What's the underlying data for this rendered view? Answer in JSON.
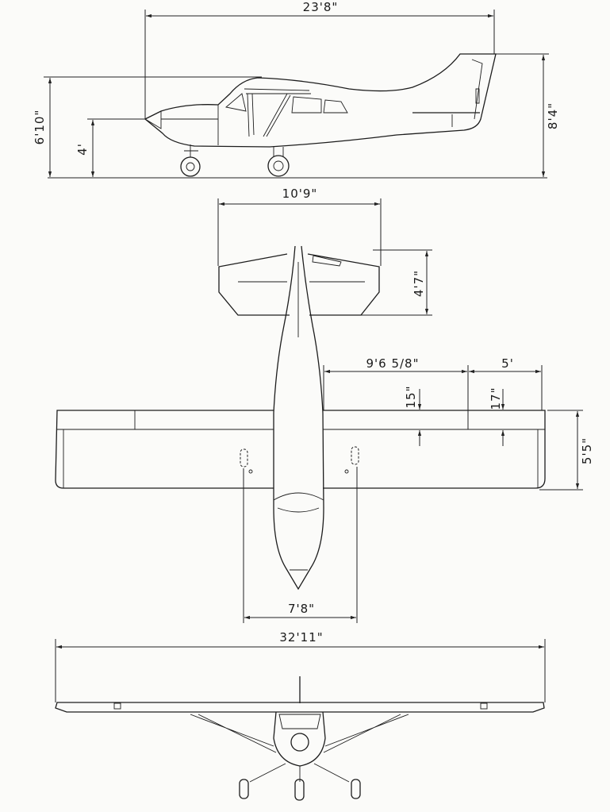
{
  "dimensions": {
    "overall_length": "23'8\"",
    "cabin_height": "6'10\"",
    "prop_axis_height": "4'",
    "overall_height": "8'4\"",
    "tailplane_span": "10'9\"",
    "tailplane_chord": "4'7\"",
    "flap_span": "9'6 5/8\"",
    "aileron_span": "5'",
    "flap_chord": "15\"",
    "aileron_chord": "17\"",
    "wing_chord": "5'5\"",
    "wheel_track": "7'8\"",
    "wingspan": "32'11\""
  },
  "colors": {
    "ink": "#1d1d1d",
    "paper": "#fbfbf9"
  }
}
